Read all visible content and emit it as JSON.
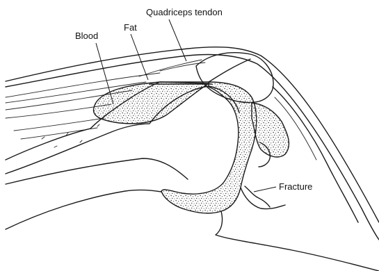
{
  "figure": {
    "labels": {
      "quadriceps_tendon": "Quadriceps tendon",
      "fat": "Fat",
      "blood": "Blood",
      "fracture": "Fracture"
    },
    "colors": {
      "ink": "#1a1a1a",
      "background": "#ffffff",
      "stipple": "#333333"
    }
  }
}
